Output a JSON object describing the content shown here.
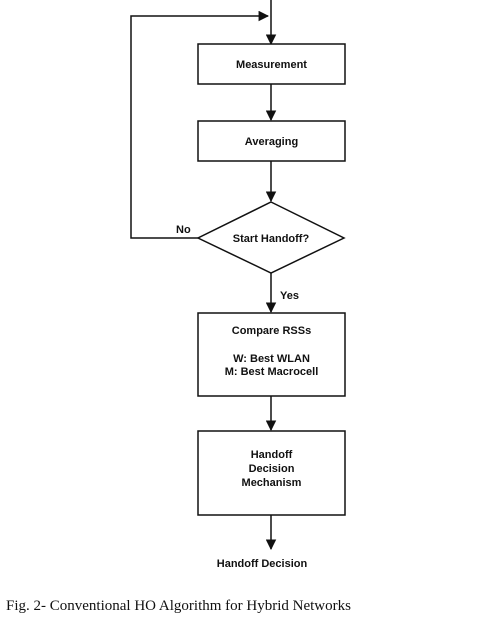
{
  "diagram": {
    "nodes": {
      "measurement": "Measurement",
      "averaging": "Averaging",
      "start_handoff": "Start Handoff?",
      "compare_title": "Compare RSSs",
      "compare_line1": "W: Best WLAN",
      "compare_line2": "M: Best Macrocell",
      "decision_line1": "Handoff",
      "decision_line2": "Decision",
      "decision_line3": "Mechanism"
    },
    "edge_labels": {
      "no": "No",
      "yes": "Yes"
    },
    "output": "Handoff Decision"
  },
  "caption": "Fig. 2- Conventional HO Algorithm for Hybrid Networks"
}
